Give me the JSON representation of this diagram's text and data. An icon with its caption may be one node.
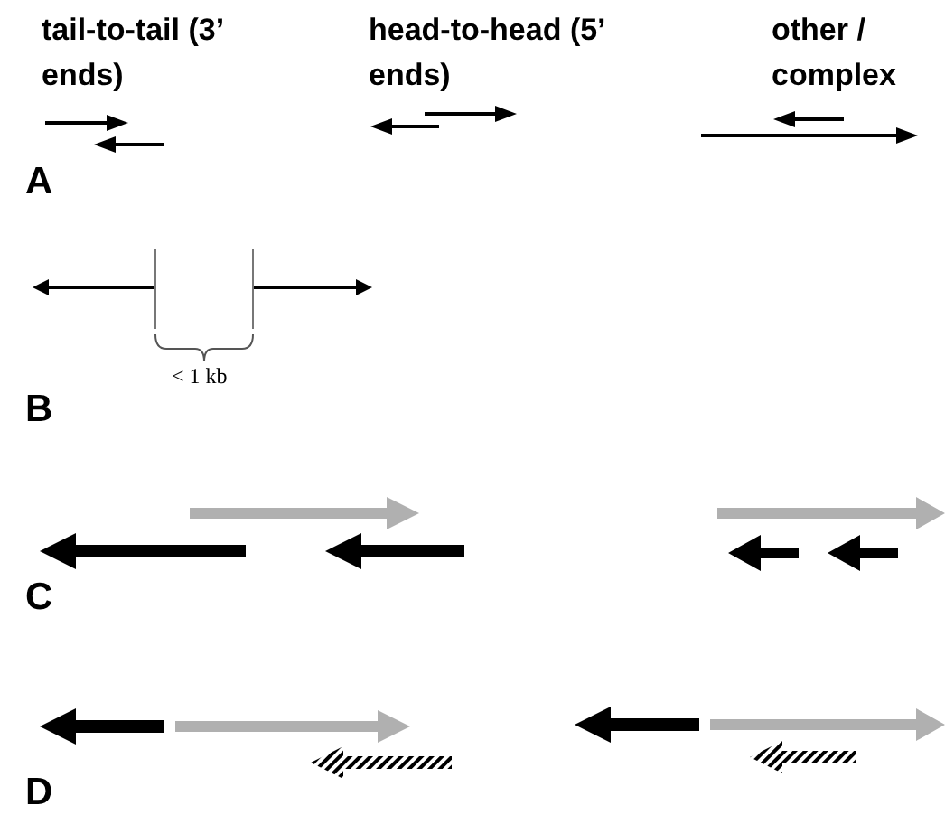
{
  "diagram": {
    "labels": [
      "tail-to-tail (3’ ends)",
      "head-to-head (5’ ends)",
      "other / complex",
      "A",
      "< 1 kb",
      "B",
      "C",
      "D"
    ]
  }
}
